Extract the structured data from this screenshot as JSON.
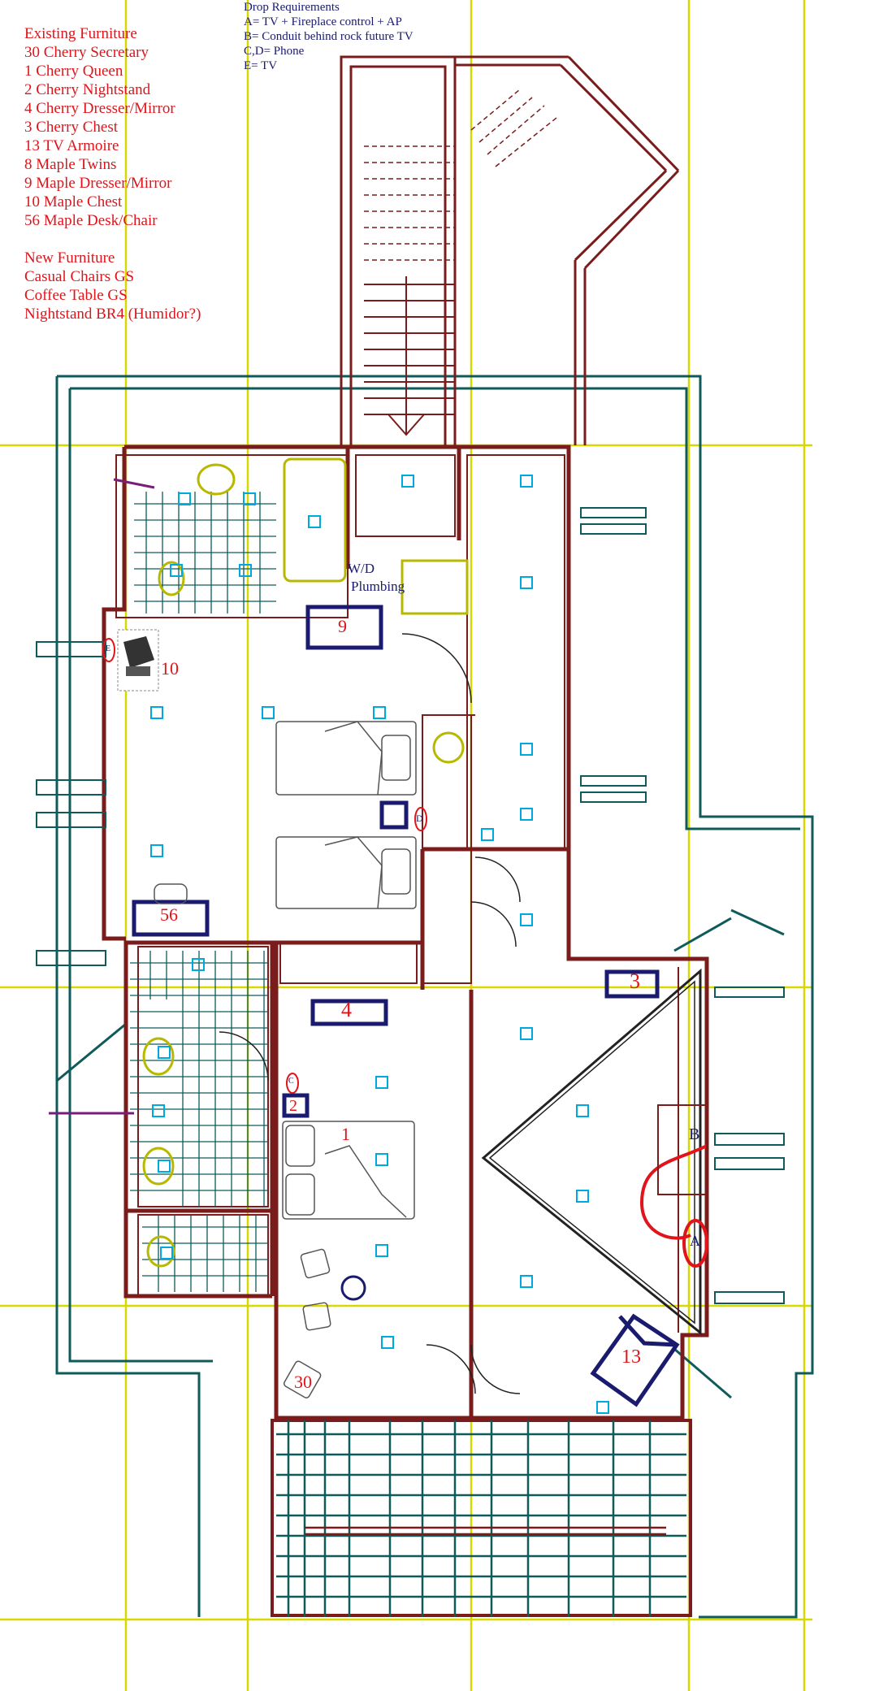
{
  "legend": {
    "existing_title": "Existing Furniture",
    "existing": [
      "30 Cherry Secretary",
      "1 Cherry Queen",
      "2 Cherry Nightstand",
      "4 Cherry Dresser/Mirror",
      "3 Cherry Chest",
      "13 TV Armoire",
      "8 Maple Twins",
      "9 Maple Dresser/Mirror",
      "10 Maple Chest",
      "56 Maple Desk/Chair"
    ],
    "new_title": "New Furniture",
    "new": [
      "Casual Chairs GS",
      "Coffee Table GS",
      "Nightstand BR4 (Humidor?)"
    ]
  },
  "drops": {
    "title": "Drop Requirements",
    "items": [
      "A= TV + Fireplace control + AP",
      "B= Conduit behind rock future TV",
      "C,D= Phone",
      "E= TV"
    ]
  },
  "plan": {
    "wd_label": "W/D",
    "plumbing_label": "Plumbing",
    "furniture": {
      "f9": "9",
      "f10": "10",
      "f56": "56",
      "f4": "4",
      "f3": "3",
      "f2": "2",
      "f1": "1",
      "f30": "30",
      "f13": "13"
    },
    "drops": {
      "a": "A",
      "b": "B",
      "c": "C",
      "d": "D",
      "e": "E"
    }
  },
  "colors": {
    "wall": "#7a1c1c",
    "frame": "#0f5a5a",
    "grid": "#d8d800",
    "fixture": "#00a8e0",
    "furniture_box": "#1a1a6e",
    "annotation": "#e0141a",
    "fixture_yellow": "#b8b800"
  }
}
